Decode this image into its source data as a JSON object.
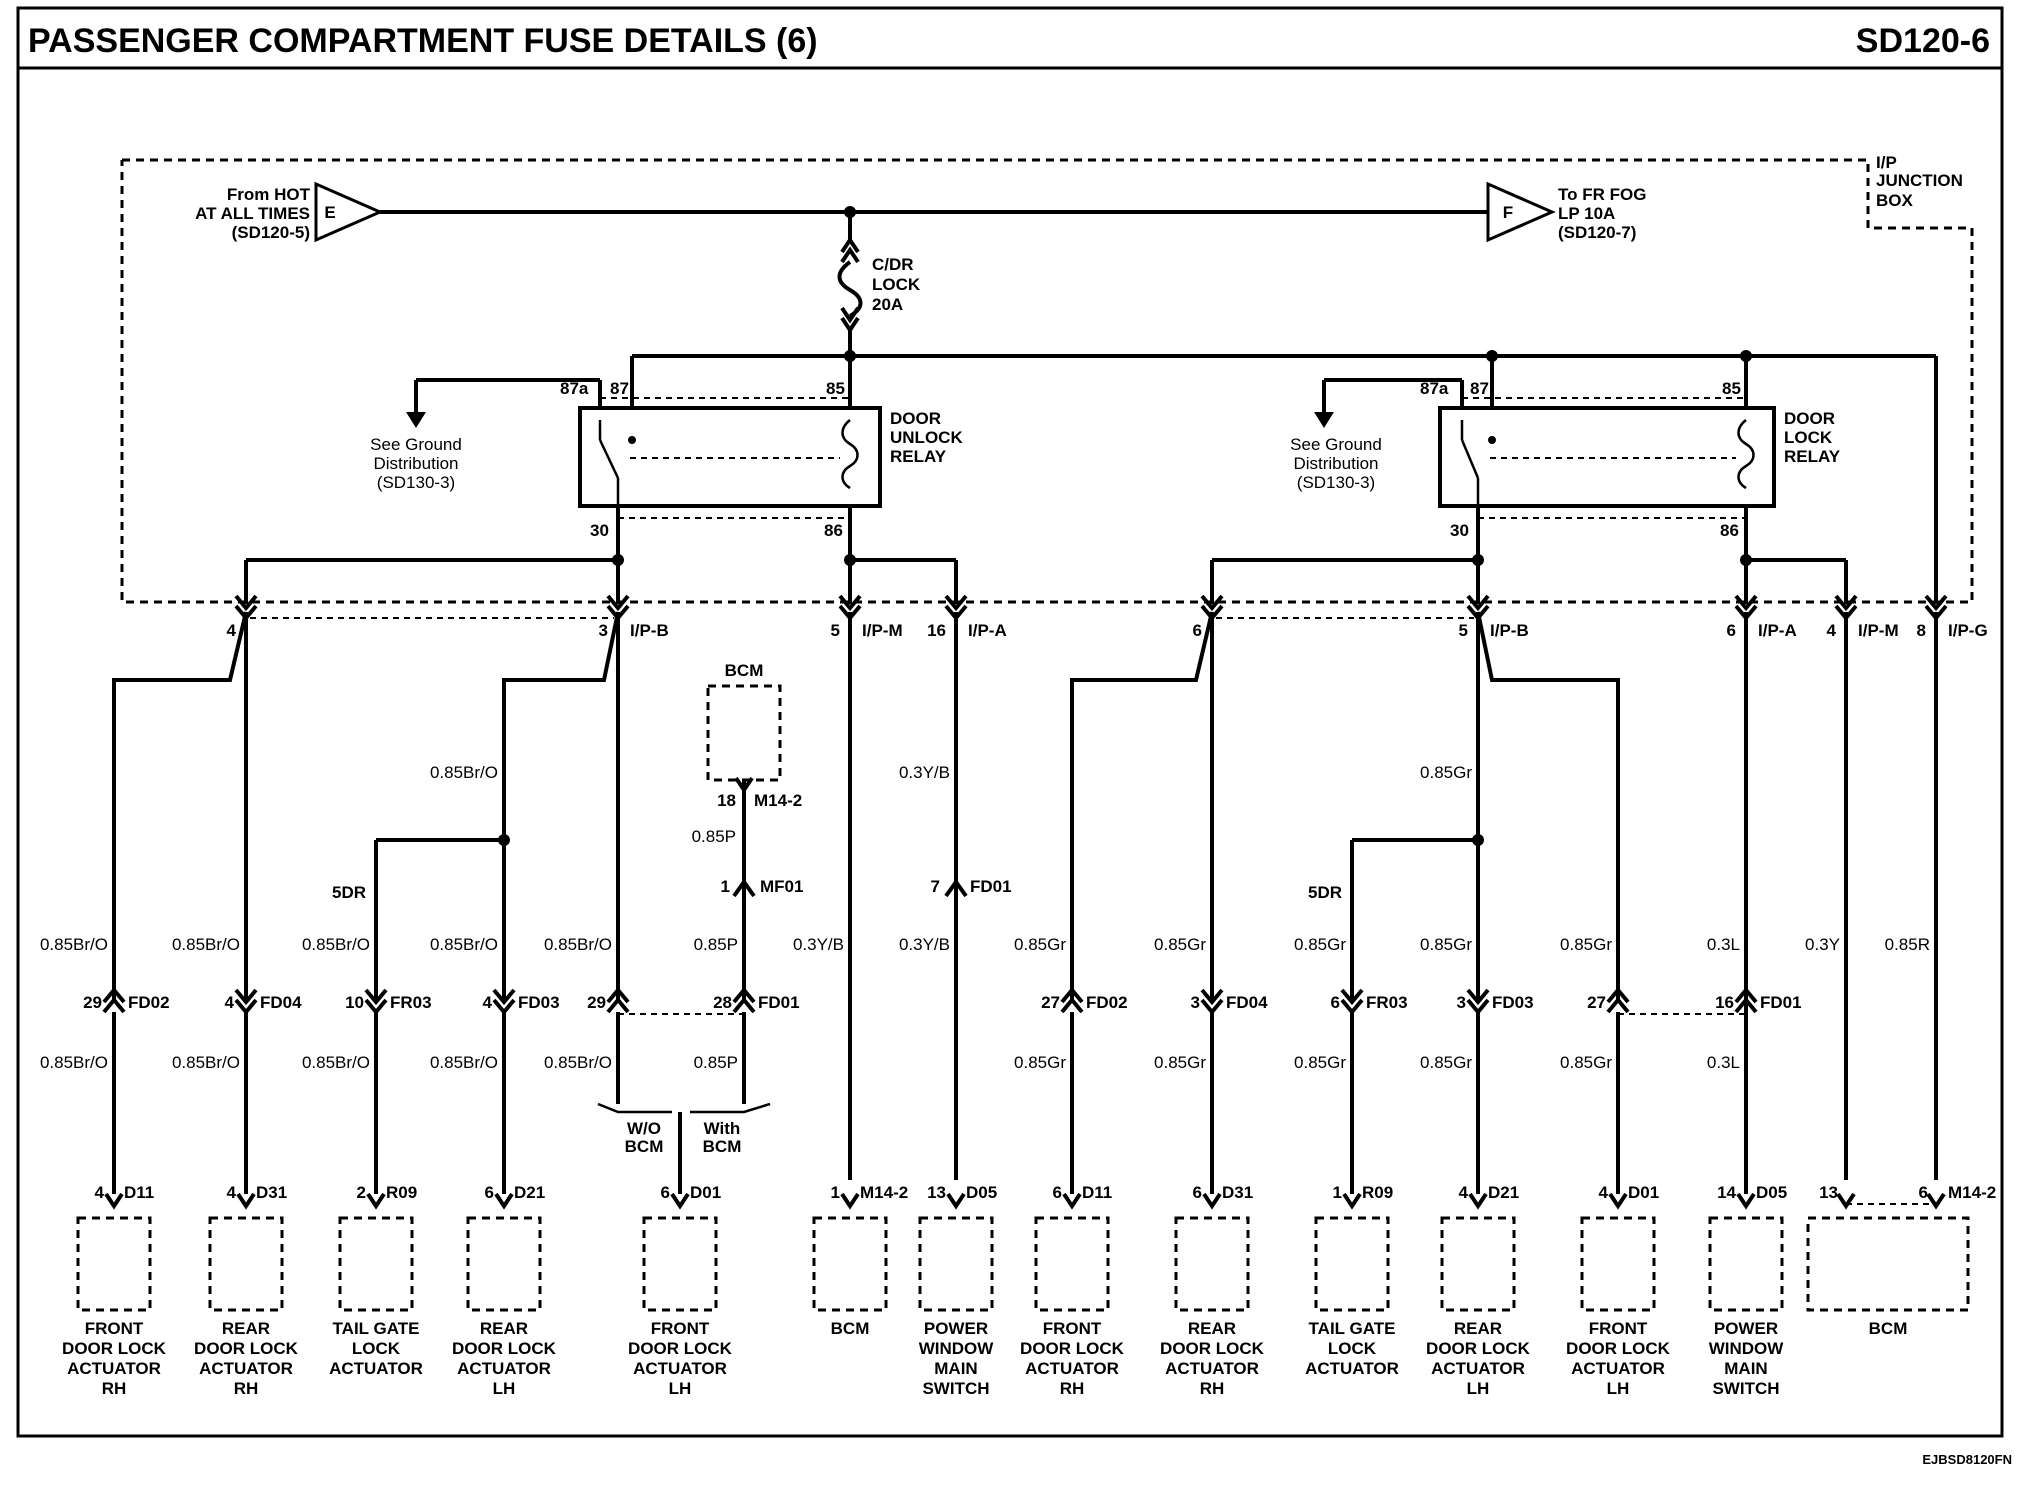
{
  "header": {
    "title": "PASSENGER COMPARTMENT FUSE DETAILS (6)",
    "code": "SD120-6"
  },
  "footer_code": "EJBSD8120FN",
  "top": {
    "hot_source": [
      "From HOT",
      "AT ALL TIMES",
      "(SD120-5)"
    ],
    "hot_letter": "E",
    "fog_dest": [
      "To FR FOG",
      "LP 10A",
      "(SD120-7)"
    ],
    "fog_letter": "F",
    "fuse": [
      "C/DR",
      "LOCK",
      "20A"
    ],
    "junction_box": [
      "I/P",
      "JUNCTION",
      "BOX"
    ]
  },
  "unlock_relay": {
    "name": [
      "DOOR",
      "UNLOCK",
      "RELAY"
    ],
    "pins": {
      "p87a": "87a",
      "p87": "87",
      "p85": "85",
      "p30": "30",
      "p86": "86"
    },
    "ground": [
      "See Ground",
      "Distribution",
      "(SD130-3)"
    ]
  },
  "lock_relay": {
    "name": [
      "DOOR",
      "LOCK",
      "RELAY"
    ],
    "pins": {
      "p87a": "87a",
      "p87": "87",
      "p85": "85",
      "p30": "30",
      "p86": "86"
    },
    "ground": [
      "See Ground",
      "Distribution",
      "(SD130-3)"
    ]
  },
  "ip_connectors": [
    {
      "pin": "4",
      "name": ""
    },
    {
      "pin": "3",
      "name": "I/P-B"
    },
    {
      "pin": "5",
      "name": "I/P-M"
    },
    {
      "pin": "16",
      "name": "I/P-A"
    },
    {
      "pin": "6",
      "name": ""
    },
    {
      "pin": "5",
      "name": "I/P-B"
    },
    {
      "pin": "6",
      "name": "I/P-A"
    },
    {
      "pin": "4",
      "name": "I/P-M"
    },
    {
      "pin": "8",
      "name": "I/P-G"
    }
  ],
  "bcm_top": {
    "label": "BCM",
    "pin": "18",
    "connector": "M14-2",
    "wire1": "0.85P",
    "mf_pin": "1",
    "mf_conn": "MF01"
  },
  "wire_labels": {
    "w_left_top": "0.85Br/O",
    "w_left_5dr": "5DR",
    "w_right_top": "0.85Gr",
    "w_right_5dr": "5DR",
    "w_pa_top": "0.3Y/B",
    "w_fd01_pin": "7",
    "w_fd01_conn": "FD01"
  },
  "mid_row": [
    {
      "wire": "0.85Br/O"
    },
    {
      "wire": "0.85Br/O"
    },
    {
      "wire": "0.85Br/O"
    },
    {
      "wire": "0.85Br/O"
    },
    {
      "wire": "0.85Br/O"
    },
    {
      "wire": "0.85P"
    },
    {
      "wire": "0.3Y/B"
    },
    {
      "wire": "0.3Y/B"
    },
    {
      "wire": "0.85Gr"
    },
    {
      "wire": "0.85Gr"
    },
    {
      "wire": "0.85Gr"
    },
    {
      "wire": "0.85Gr"
    },
    {
      "wire": "0.85Gr"
    },
    {
      "wire": "0.3L"
    },
    {
      "wire": "0.3Y"
    },
    {
      "wire": "0.85R"
    }
  ],
  "inline_connectors": [
    {
      "pin": "29",
      "conn": "FD02"
    },
    {
      "pin": "4",
      "conn": "FD04"
    },
    {
      "pin": "10",
      "conn": "FR03"
    },
    {
      "pin": "4",
      "conn": "FD03"
    },
    {
      "pin": "29",
      "conn": ""
    },
    {
      "pin": "28",
      "conn": "FD01"
    },
    {
      "pin": "27",
      "conn": "FD02"
    },
    {
      "pin": "3",
      "conn": "FD04"
    },
    {
      "pin": "6",
      "conn": "FR03"
    },
    {
      "pin": "3",
      "conn": "FD03"
    },
    {
      "pin": "27",
      "conn": ""
    },
    {
      "pin": "16",
      "conn": "FD01"
    }
  ],
  "low_row": [
    {
      "wire": "0.85Br/O"
    },
    {
      "wire": "0.85Br/O"
    },
    {
      "wire": "0.85Br/O"
    },
    {
      "wire": "0.85Br/O"
    },
    {
      "wire": "0.85Br/O"
    },
    {
      "wire": "0.85P"
    },
    {
      "wire": "0.85Gr"
    },
    {
      "wire": "0.85Gr"
    },
    {
      "wire": "0.85Gr"
    },
    {
      "wire": "0.85Gr"
    },
    {
      "wire": "0.85Gr"
    },
    {
      "wire": "0.3L"
    }
  ],
  "bcm_option": {
    "without": [
      "W/O",
      "BCM"
    ],
    "with": [
      "With",
      "BCM"
    ]
  },
  "components": [
    {
      "pin": "4",
      "conn": "D11",
      "name": [
        "FRONT",
        "DOOR LOCK",
        "ACTUATOR",
        "RH"
      ]
    },
    {
      "pin": "4",
      "conn": "D31",
      "name": [
        "REAR",
        "DOOR LOCK",
        "ACTUATOR",
        "RH"
      ]
    },
    {
      "pin": "2",
      "conn": "R09",
      "name": [
        "TAIL GATE",
        "LOCK",
        "ACTUATOR"
      ]
    },
    {
      "pin": "6",
      "conn": "D21",
      "name": [
        "REAR",
        "DOOR LOCK",
        "ACTUATOR",
        "LH"
      ]
    },
    {
      "pin": "6",
      "conn": "D01",
      "name": [
        "FRONT",
        "DOOR LOCK",
        "ACTUATOR",
        "LH"
      ]
    },
    {
      "pin": "1",
      "conn": "M14-2",
      "name": [
        "BCM"
      ]
    },
    {
      "pin": "13",
      "conn": "D05",
      "name": [
        "POWER",
        "WINDOW",
        "MAIN",
        "SWITCH"
      ]
    },
    {
      "pin": "6",
      "conn": "D11",
      "name": [
        "FRONT",
        "DOOR LOCK",
        "ACTUATOR",
        "RH"
      ]
    },
    {
      "pin": "6",
      "conn": "D31",
      "name": [
        "REAR",
        "DOOR LOCK",
        "ACTUATOR",
        "RH"
      ]
    },
    {
      "pin": "1",
      "conn": "R09",
      "name": [
        "TAIL GATE",
        "LOCK",
        "ACTUATOR"
      ]
    },
    {
      "pin": "4",
      "conn": "D21",
      "name": [
        "REAR",
        "DOOR LOCK",
        "ACTUATOR",
        "LH"
      ]
    },
    {
      "pin": "4",
      "conn": "D01",
      "name": [
        "FRONT",
        "DOOR LOCK",
        "ACTUATOR",
        "LH"
      ]
    },
    {
      "pin": "14",
      "conn": "D05",
      "name": [
        "POWER",
        "WINDOW",
        "MAIN",
        "SWITCH"
      ]
    }
  ],
  "bcm_bottom": {
    "pin_a": "13",
    "pin_b": "6",
    "conn": "M14-2",
    "name": "BCM"
  }
}
